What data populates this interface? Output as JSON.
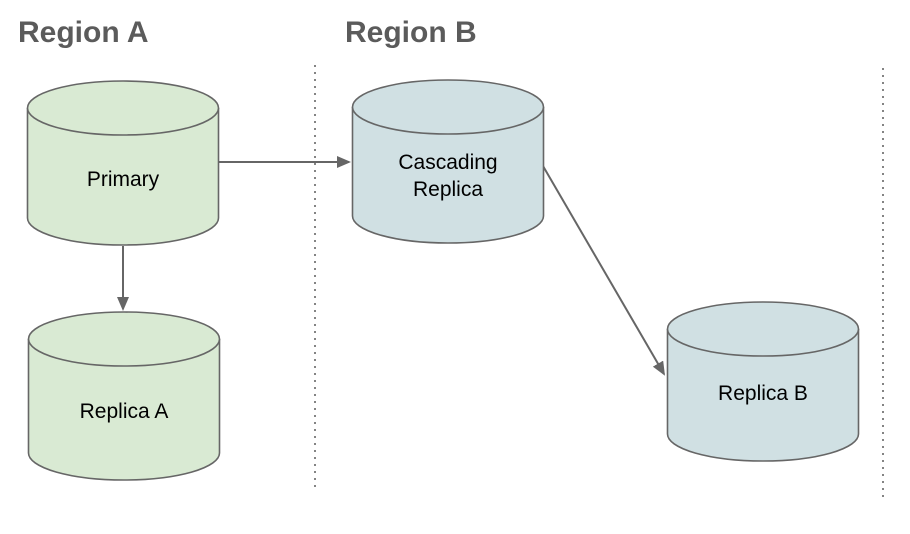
{
  "diagram": {
    "type": "database-replication-topology",
    "regions": [
      {
        "id": "region-a",
        "label": "Region A"
      },
      {
        "id": "region-b",
        "label": "Region B"
      }
    ],
    "nodes": {
      "primary": {
        "label": "Primary",
        "region": "Region A",
        "shape": "database-cylinder"
      },
      "replica_a": {
        "label": "Replica A",
        "region": "Region A",
        "shape": "database-cylinder"
      },
      "cascading_replica": {
        "label": "Cascading Replica",
        "label_lines": [
          "Cascading",
          "Replica"
        ],
        "region": "Region B",
        "shape": "database-cylinder"
      },
      "replica_b": {
        "label": "Replica B",
        "region": "Region B",
        "shape": "database-cylinder"
      }
    },
    "edges": [
      {
        "from": "Primary",
        "to": "Cascading Replica",
        "style": "arrow"
      },
      {
        "from": "Primary",
        "to": "Replica A",
        "style": "arrow"
      },
      {
        "from": "Cascading Replica",
        "to": "Replica B",
        "style": "arrow"
      }
    ],
    "colors": {
      "region_a_node_fill": "#d9ead3",
      "region_b_node_fill": "#d0e0e3",
      "node_stroke": "#666666",
      "edge_stroke": "#666666",
      "boundary_stroke": "#666666",
      "title_text": "#5b5b5b",
      "label_text": "#000000",
      "background": "#ffffff"
    }
  }
}
